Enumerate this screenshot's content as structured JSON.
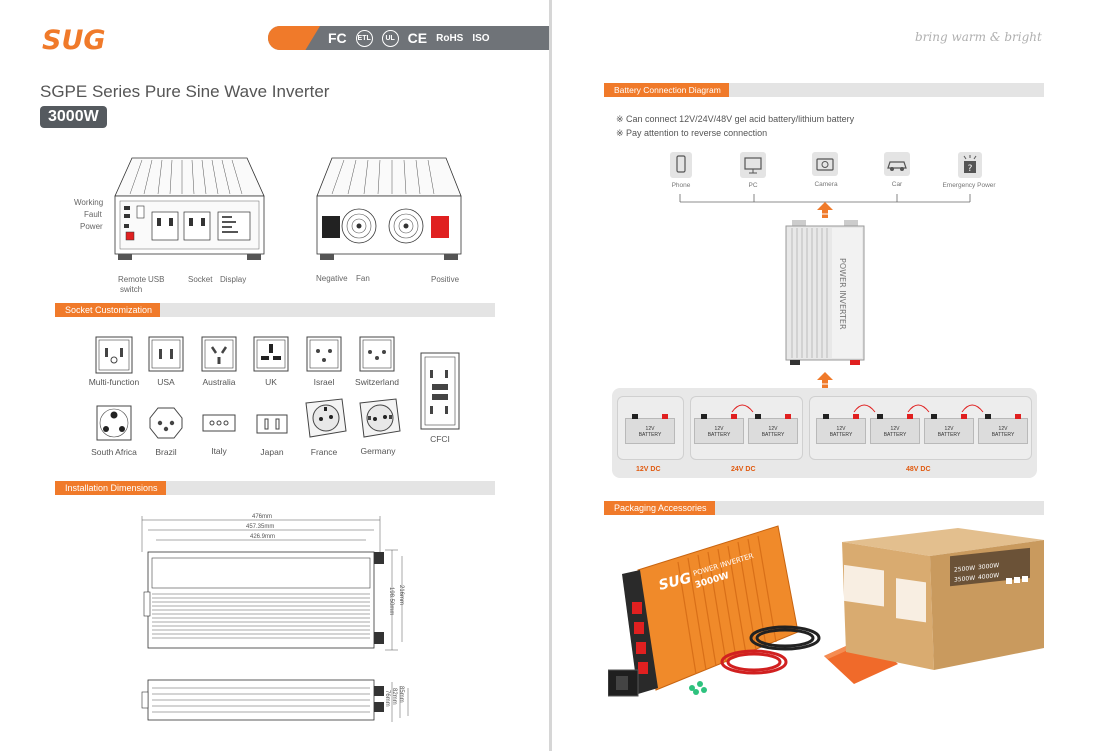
{
  "left": {
    "brand": "SUG",
    "certs": [
      "FC",
      "ETL",
      "UL",
      "CE",
      "RoHS",
      "ISO"
    ],
    "title": "SGPE Series Pure Sine Wave Inverter",
    "power": "3000W",
    "front_labels": {
      "working": "Working",
      "fault": "Fault",
      "power": "Power",
      "remote": "Remote",
      "switch": "switch",
      "usb": "USB",
      "socket": "Socket",
      "display": "Display"
    },
    "rear_labels": {
      "negative": "Negative",
      "fan": "Fan",
      "positive": "Positive"
    },
    "socket_section": "Socket Customization",
    "sockets": [
      "Multi-function",
      "USA",
      "Australia",
      "UK",
      "Israel",
      "Switzerland",
      "South Africa",
      "Brazil",
      "Italy",
      "Japan",
      "France",
      "Germany",
      "CFCI"
    ],
    "install_section": "Installation Dimensions",
    "dims": {
      "d1": "476mm",
      "d2": "457.35mm",
      "d3": "426.9mm",
      "h1": "216mm",
      "h2": "198.50mm",
      "t1": "85mm",
      "t2": "82mm",
      "t3": "76mm"
    }
  },
  "right": {
    "tagline": "bring warm & bright",
    "battery_section": "Battery Connection Diagram",
    "bullet1": "※ Can connect 12V/24V/48V gel acid battery/lithium battery",
    "bullet2": "※ Pay attention to reverse connection",
    "devices": [
      "Phone",
      "PC",
      "Camera",
      "Car",
      "Emergency Power"
    ],
    "battery_label_1": "12V",
    "battery_label_2": "BATTERY",
    "dc_labels": [
      "12V DC",
      "24V DC",
      "48V DC"
    ],
    "packaging_section": "Packaging Accessories",
    "inverter_text": "POWER INVERTER",
    "box_options": [
      "2500W",
      "3000W",
      "3500W",
      "4000W"
    ]
  },
  "colors": {
    "accent": "#f07a2a",
    "grey_bar": "#6f7378",
    "battery_red": "#e02020"
  }
}
